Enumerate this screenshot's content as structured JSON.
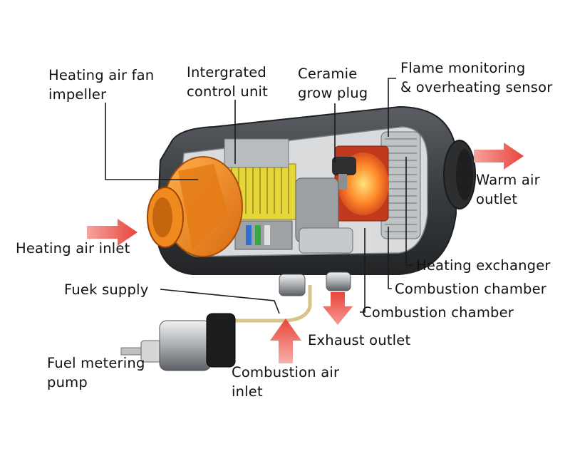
{
  "diagram": {
    "labels": {
      "heating_air_fan_impeller": "Heating air fan\nimpeller",
      "integrated_control_unit": "Intergrated\ncontrol unit",
      "ceramic_glow_plug": "Ceramie\ngrow plug",
      "flame_sensor": "Flame monitoring\n& overheating sensor",
      "warm_air_outlet": "Warm air\noutlet",
      "heating_air_inlet": "Heating air inlet",
      "heating_exchanger": "Heating exchanger",
      "combustion_chamber_1": "Combustion chamber",
      "combustion_chamber_2": "Combustion chamber",
      "fuel_supply": "Fuek supply",
      "exhaust_outlet": "Exhaust outlet",
      "fuel_metering_pump": "Fuel metering\npump",
      "combustion_air_inlet": "Combustion air\ninlet"
    },
    "colors": {
      "arrow": "#e8453c",
      "housing": "#3a3d40",
      "impeller": "#f08a1e",
      "fins": "#c9ccce",
      "flame": "#ff6a1a",
      "control_unit": "#e5d63a",
      "leader_line": "#1a1a1a"
    }
  }
}
